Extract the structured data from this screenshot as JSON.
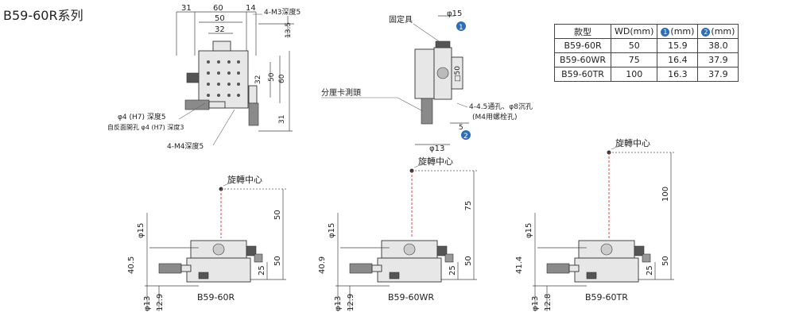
{
  "title": "B59-60R系列",
  "table": {
    "headers": [
      "款型",
      "WD(mm)",
      "(mm)",
      "(mm)"
    ],
    "badge_1": "1",
    "badge_2": "2",
    "rows": [
      {
        "model": "B59-60R",
        "wd": "50",
        "v1": "15.9",
        "v2": "38.0"
      },
      {
        "model": "B59-60WR",
        "wd": "75",
        "v1": "16.4",
        "v2": "37.9"
      },
      {
        "model": "B59-60TR",
        "wd": "100",
        "v1": "16.3",
        "v2": "37.9"
      }
    ]
  },
  "top_view": {
    "dims": {
      "d31": "31",
      "d60": "60",
      "d14": "14",
      "d50": "50",
      "d32": "32",
      "d135": "13.5",
      "v32": "32",
      "v50": "50",
      "v60": "60",
      "v31": "31"
    },
    "labels": {
      "m3": "4-M3深度5",
      "phi4": "φ4 (H7) 深度5",
      "reverse": "自反面開孔 φ4 (H7) 深度3",
      "m4": "4-M4深度5"
    }
  },
  "side_view": {
    "labels": {
      "fixture": "固定具",
      "micrometer": "分厘卡測頭",
      "holes": "4-4.5通孔、φ8沉孔",
      "bolt": "(M4用螺栓孔)"
    },
    "dims": {
      "phi15": "φ15",
      "sq50": "□50",
      "d5": "5",
      "phi13": "φ13"
    },
    "badge_1": "1",
    "badge_2": "2"
  },
  "views": [
    {
      "model": "B59-60R",
      "center": "旋轉中心",
      "wd": "50",
      "h": "40.5",
      "h2": "50",
      "d25": "25",
      "phi15": "φ15",
      "phi13": "φ13",
      "d129": "12.9"
    },
    {
      "model": "B59-60WR",
      "center": "旋轉中心",
      "wd": "75",
      "h": "40.9",
      "h2": "50",
      "d25": "25",
      "phi15": "φ15",
      "phi13": "φ13",
      "d129": "12.9"
    },
    {
      "model": "B59-60TR",
      "center": "旋轉中心",
      "wd": "100",
      "h": "41.4",
      "h2": "50",
      "d25": "25",
      "phi15": "φ15",
      "phi13": "φ13",
      "d129": "12.8"
    }
  ]
}
